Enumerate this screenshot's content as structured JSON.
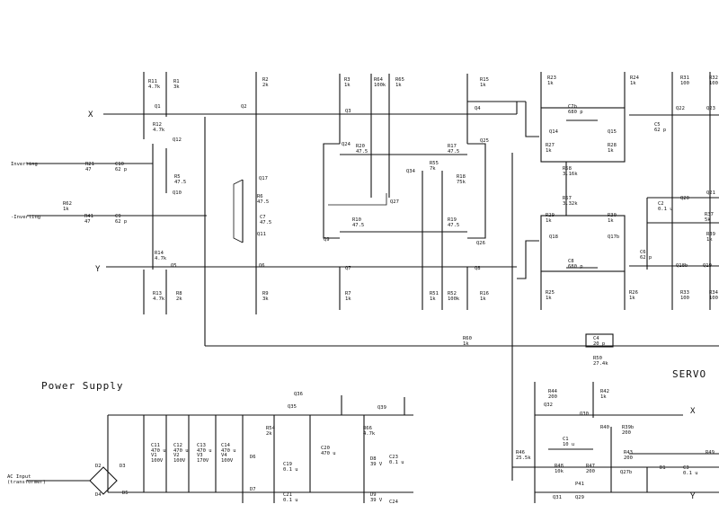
{
  "labels": {
    "X": "X",
    "Y": "Y",
    "X2": "X",
    "Y2": "Y",
    "servo": "SERVO",
    "power": "Power Supply",
    "inv": "Inverting",
    "noninv": "-Inverting",
    "acin1": "AC Input",
    "acin2": "(transformer)"
  },
  "parts": [
    {
      "t": "R11",
      "v": "4.7k"
    },
    {
      "t": "R1",
      "v": "3k"
    },
    {
      "t": "Q1",
      "v": ""
    },
    {
      "t": "R12",
      "v": "4.7k"
    },
    {
      "t": "Q12",
      "v": ""
    },
    {
      "t": "R5",
      "v": "47.5"
    },
    {
      "t": "Q10",
      "v": ""
    },
    {
      "t": "R2",
      "v": "2k"
    },
    {
      "t": "Q2",
      "v": ""
    },
    {
      "t": "Q17",
      "v": ""
    },
    {
      "t": "R6",
      "v": "47.5"
    },
    {
      "t": "C7",
      "v": "47.5"
    },
    {
      "t": "Q11",
      "v": ""
    },
    {
      "t": "R3",
      "v": "1k"
    },
    {
      "t": "R64",
      "v": "100k"
    },
    {
      "t": "R65",
      "v": "1k"
    },
    {
      "t": "R15",
      "v": "1k"
    },
    {
      "t": "Q3",
      "v": ""
    },
    {
      "t": "Q4",
      "v": ""
    },
    {
      "t": "Q24",
      "v": ""
    },
    {
      "t": "R20",
      "v": "47.5"
    },
    {
      "t": "R17",
      "v": "47.5"
    },
    {
      "t": "R55",
      "v": "7k"
    },
    {
      "t": "Q25",
      "v": ""
    },
    {
      "t": "Q34",
      "v": ""
    },
    {
      "t": "R18",
      "v": "75k"
    },
    {
      "t": "Q27",
      "v": ""
    },
    {
      "t": "R10",
      "v": "47.5"
    },
    {
      "t": "R19",
      "v": "47.5"
    },
    {
      "t": "Q26",
      "v": ""
    },
    {
      "t": "Q9",
      "v": ""
    },
    {
      "t": "Q7",
      "v": ""
    },
    {
      "t": "Q8",
      "v": ""
    },
    {
      "t": "R7",
      "v": "1k"
    },
    {
      "t": "R51",
      "v": "1k"
    },
    {
      "t": "R52",
      "v": "100k"
    },
    {
      "t": "R16",
      "v": "1k"
    },
    {
      "t": "R23",
      "v": "1k"
    },
    {
      "t": "R24",
      "v": "1k"
    },
    {
      "t": "C7b",
      "v": "680 p"
    },
    {
      "t": "Q14",
      "v": ""
    },
    {
      "t": "Q15",
      "v": ""
    },
    {
      "t": "R27",
      "v": "1k"
    },
    {
      "t": "R28",
      "v": "1k"
    },
    {
      "t": "R58",
      "v": "3.16k"
    },
    {
      "t": "R57",
      "v": "3.32k"
    },
    {
      "t": "R29",
      "v": "1k"
    },
    {
      "t": "R30",
      "v": "1k"
    },
    {
      "t": "Q18",
      "v": ""
    },
    {
      "t": "Q17b",
      "v": ""
    },
    {
      "t": "C8",
      "v": "680 p"
    },
    {
      "t": "R25",
      "v": "1k"
    },
    {
      "t": "R26",
      "v": "1k"
    },
    {
      "t": "C5",
      "v": "62 p"
    },
    {
      "t": "R31",
      "v": "100"
    },
    {
      "t": "R32",
      "v": "100"
    },
    {
      "t": "Q22",
      "v": ""
    },
    {
      "t": "Q23",
      "v": ""
    },
    {
      "t": "Q20",
      "v": ""
    },
    {
      "t": "Q21",
      "v": ""
    },
    {
      "t": "C2",
      "v": "0.1 u"
    },
    {
      "t": "R37",
      "v": "5k"
    },
    {
      "t": "C6",
      "v": "62 p"
    },
    {
      "t": "Q18b",
      "v": ""
    },
    {
      "t": "Q19",
      "v": ""
    },
    {
      "t": "R33",
      "v": "100"
    },
    {
      "t": "R34",
      "v": "100"
    },
    {
      "t": "R39",
      "v": "1k"
    },
    {
      "t": "R21",
      "v": "47"
    },
    {
      "t": "C10",
      "v": "62 p"
    },
    {
      "t": "R62",
      "v": "1k"
    },
    {
      "t": "R41",
      "v": "47"
    },
    {
      "t": "C9",
      "v": "62 p"
    },
    {
      "t": "R14",
      "v": "4.7k"
    },
    {
      "t": "Q5",
      "v": ""
    },
    {
      "t": "Q6",
      "v": ""
    },
    {
      "t": "R13",
      "v": "4.7k"
    },
    {
      "t": "R8",
      "v": "2k"
    },
    {
      "t": "R9",
      "v": "3k"
    },
    {
      "t": "R60",
      "v": "1k"
    },
    {
      "t": "C4",
      "v": "20 p"
    },
    {
      "t": "R50",
      "v": "27.4k"
    },
    {
      "t": "R44",
      "v": "200"
    },
    {
      "t": "R42",
      "v": "1k"
    },
    {
      "t": "Q32",
      "v": ""
    },
    {
      "t": "Q30",
      "v": ""
    },
    {
      "t": "R40",
      "v": ""
    },
    {
      "t": "R39b",
      "v": "200"
    },
    {
      "t": "R46",
      "v": "25.5k"
    },
    {
      "t": "C1",
      "v": "10 u"
    },
    {
      "t": "R48",
      "v": "10k"
    },
    {
      "t": "R47",
      "v": "200"
    },
    {
      "t": "R43",
      "v": "200"
    },
    {
      "t": "Q27b",
      "v": ""
    },
    {
      "t": "D1",
      "v": ""
    },
    {
      "t": "C3",
      "v": "0.1 u"
    },
    {
      "t": "R49",
      "v": ""
    },
    {
      "t": "P41",
      "v": ""
    },
    {
      "t": "Q29",
      "v": ""
    },
    {
      "t": "Q31",
      "v": ""
    },
    {
      "t": "Q35",
      "v": ""
    },
    {
      "t": "Q36",
      "v": ""
    },
    {
      "t": "R54",
      "v": "2k"
    },
    {
      "t": "R66",
      "v": "4.7k"
    },
    {
      "t": "Q39",
      "v": ""
    },
    {
      "t": "C11",
      "v": "470 u"
    },
    {
      "t": "C12",
      "v": "470 u"
    },
    {
      "t": "C13",
      "v": "470 u"
    },
    {
      "t": "C14",
      "v": "470 u"
    },
    {
      "t": "V1",
      "v": "100V"
    },
    {
      "t": "V2",
      "v": "100V"
    },
    {
      "t": "V3",
      "v": "170V"
    },
    {
      "t": "V4",
      "v": "100V"
    },
    {
      "t": "D5",
      "v": ""
    },
    {
      "t": "D6",
      "v": ""
    },
    {
      "t": "D7",
      "v": ""
    },
    {
      "t": "C19",
      "v": "0.1 u"
    },
    {
      "t": "C21",
      "v": "0.1 u"
    },
    {
      "t": "C20",
      "v": "470 u"
    },
    {
      "t": "D8",
      "v": "39 V"
    },
    {
      "t": "D9",
      "v": "39 V"
    },
    {
      "t": "C23",
      "v": "0.1 u"
    },
    {
      "t": "C24",
      "v": ""
    },
    {
      "t": "D2",
      "v": ""
    },
    {
      "t": "D3",
      "v": ""
    },
    {
      "t": "D4",
      "v": ""
    }
  ]
}
